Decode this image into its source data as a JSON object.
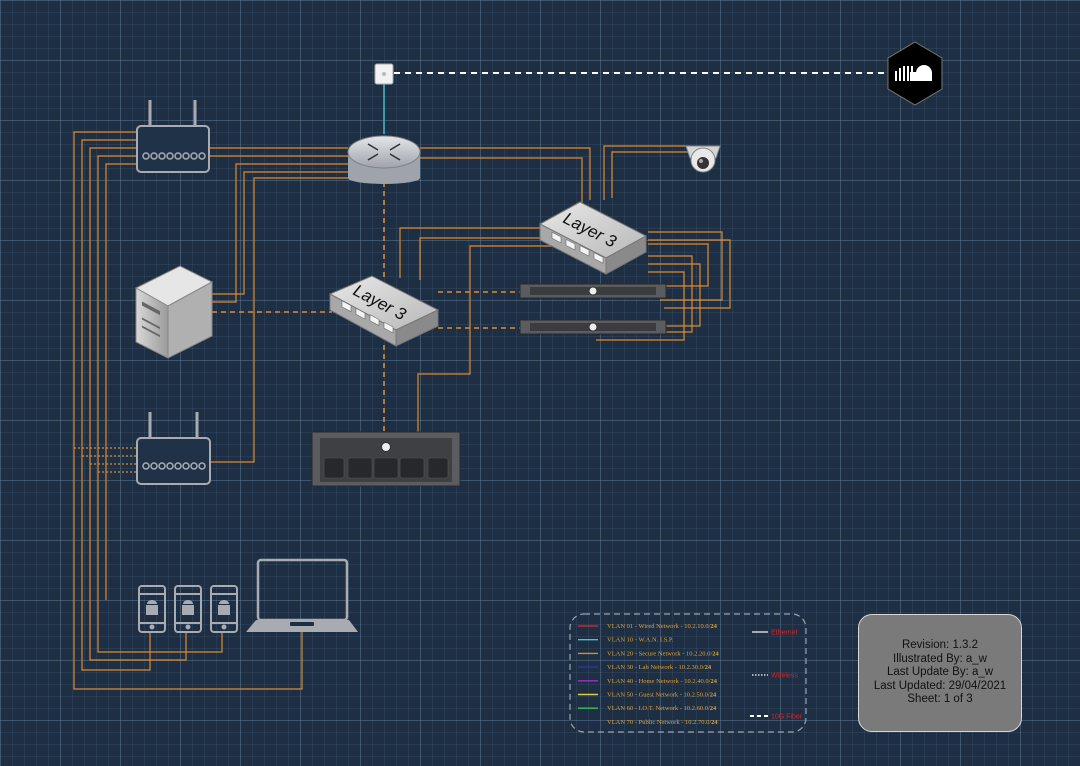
{
  "devices": {
    "l3_switch_top_label": "Layer 3",
    "l3_switch_mid_label": "Layer 3"
  },
  "legend": {
    "vlans": [
      {
        "text": "VLAN 01 - Wired Network - 10.2.10.0/",
        "mask": "24",
        "color": "#c0283a"
      },
      {
        "text": "VLAN 10 - W.A.N. I.S.P.",
        "mask": "",
        "color": "#3fc6d6"
      },
      {
        "text": "VLAN 20 - Secure Network - 10.2.20.0/",
        "mask": "24",
        "color": "#e08a2a"
      },
      {
        "text": "VLAN 30 - Lab Network - 10.2.30.0/",
        "mask": "24",
        "color": "#2a35b8"
      },
      {
        "text": "VLAN 40 - Home Network - 10.2.40.0/",
        "mask": "24",
        "color": "#a030c8"
      },
      {
        "text": "VLAN 50 - Guest Network - 10.2.50.0/",
        "mask": "24",
        "color": "#d8d040"
      },
      {
        "text": "VLAN 60 - I.O.T. Network - 10.2.60.0/",
        "mask": "24",
        "color": "#38c060"
      },
      {
        "text": "VLAN 70 - Public Network - 10.2.70.0/",
        "mask": "24",
        "color": "#1a2a6a"
      }
    ],
    "keys": {
      "ethernet": "Ethernet",
      "wireless": "Wireless",
      "fiber": "10G Fiber"
    }
  },
  "revision": {
    "revision": "Revision: 1.3.2",
    "illustrated_by": "Illustrated By: a_w",
    "last_update_by": "Last Update By: a_w",
    "last_updated": "Last Updated: 29/04/2021",
    "sheet": "Sheet: 1 of 3"
  },
  "colors": {
    "cable": "#e08a2a",
    "wan": "#3fc6d6",
    "fiber": "#ffffff",
    "device_grey": "#9ea0a4"
  }
}
